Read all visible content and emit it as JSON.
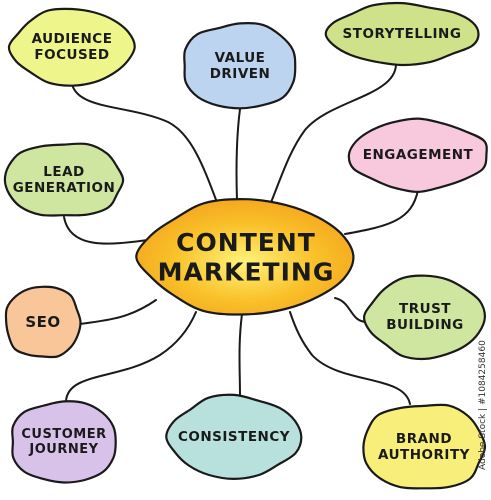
{
  "diagram": {
    "center": {
      "lines": [
        "CONTENT",
        "MARKETING"
      ],
      "color": "#f9c12a"
    },
    "nodes": [
      {
        "id": "audience-focused",
        "lines": [
          "AUDIENCE",
          "FOCUSED"
        ],
        "color": "#eef58a"
      },
      {
        "id": "value-driven",
        "lines": [
          "VALUE",
          "DRIVEN"
        ],
        "color": "#bcd4ef"
      },
      {
        "id": "storytelling",
        "lines": [
          "STORYTELLING"
        ],
        "color": "#cfe28a"
      },
      {
        "id": "lead-generation",
        "lines": [
          "LEAD",
          "GENERATION"
        ],
        "color": "#cfe6a0"
      },
      {
        "id": "engagement",
        "lines": [
          "ENGAGEMENT"
        ],
        "color": "#f8c8dc"
      },
      {
        "id": "seo",
        "lines": [
          "SEO"
        ],
        "color": "#f9c69a"
      },
      {
        "id": "trust-building",
        "lines": [
          "TRUST",
          "BUILDING"
        ],
        "color": "#cfe6a0"
      },
      {
        "id": "customer-journey",
        "lines": [
          "CUSTOMER",
          "JOURNEY"
        ],
        "color": "#d8c2ea"
      },
      {
        "id": "consistency",
        "lines": [
          "CONSISTENCY"
        ],
        "color": "#b8e0dc"
      },
      {
        "id": "brand-authority",
        "lines": [
          "BRAND",
          "AUTHORITY"
        ],
        "color": "#f7ef7a"
      }
    ]
  },
  "watermark": "Adobe Stock | #1084258460"
}
